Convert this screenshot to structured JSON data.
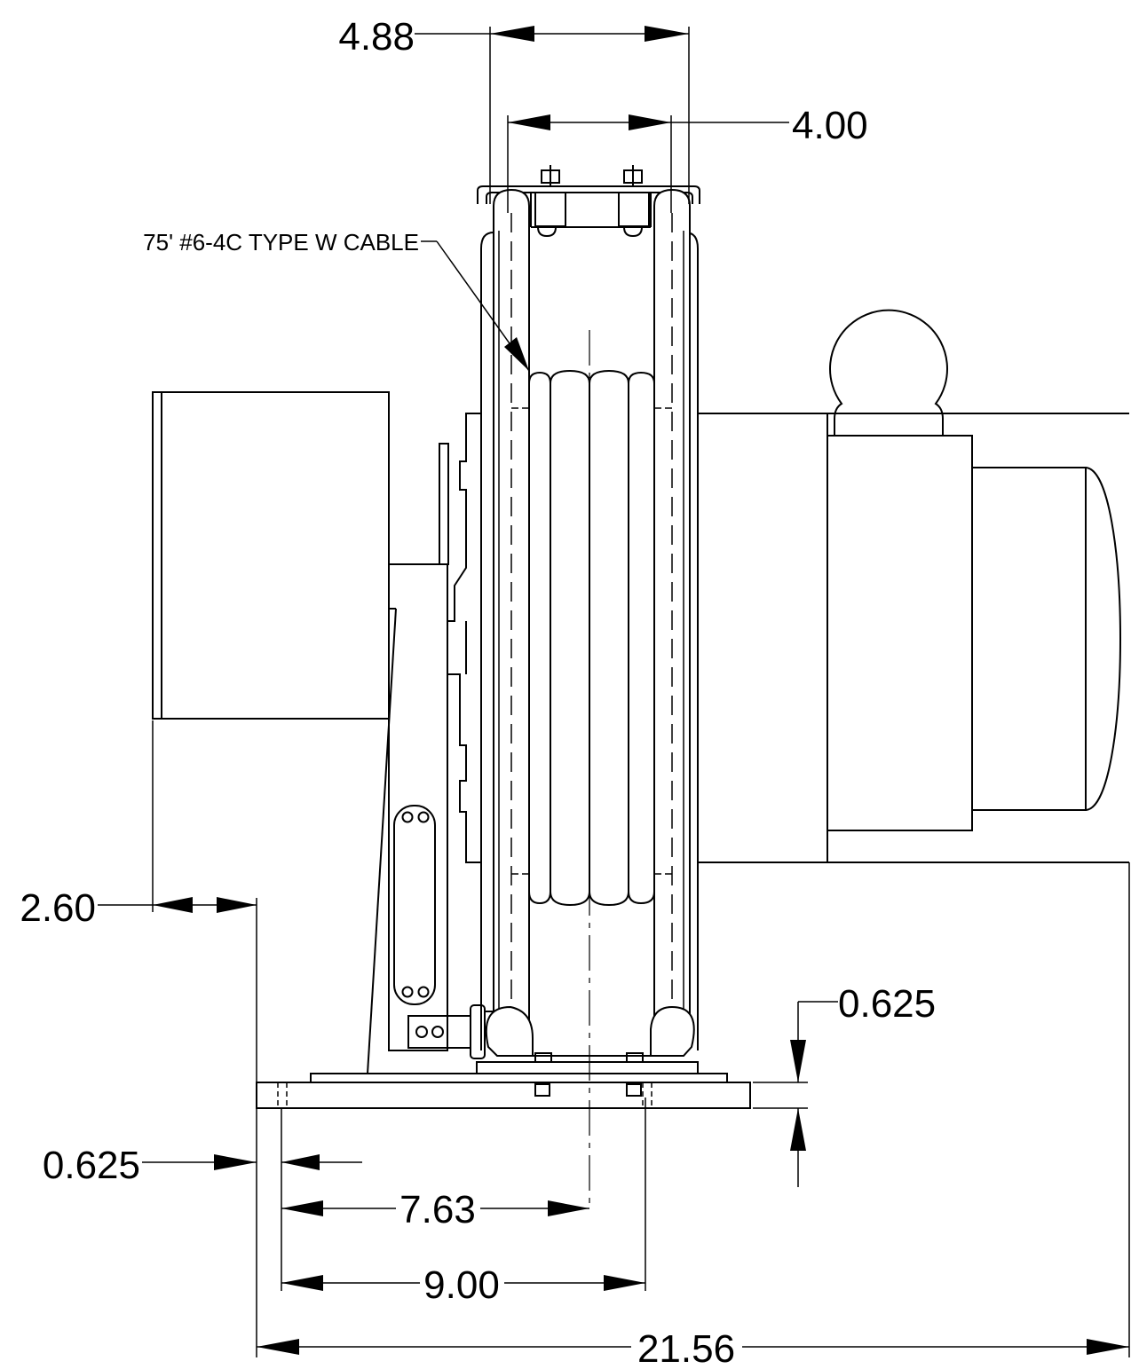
{
  "callout": {
    "cable_note": "75' #6-4C TYPE W CABLE"
  },
  "dimensions": {
    "top_outer_width": "4.88",
    "top_inner_width": "4.00",
    "left_offset": "2.60",
    "base_plate_thickness": "0.625",
    "base_left_margin": "0.625",
    "centerline_distance": "7.63",
    "bolt_distance": "9.00",
    "overall_length": "21.56"
  }
}
